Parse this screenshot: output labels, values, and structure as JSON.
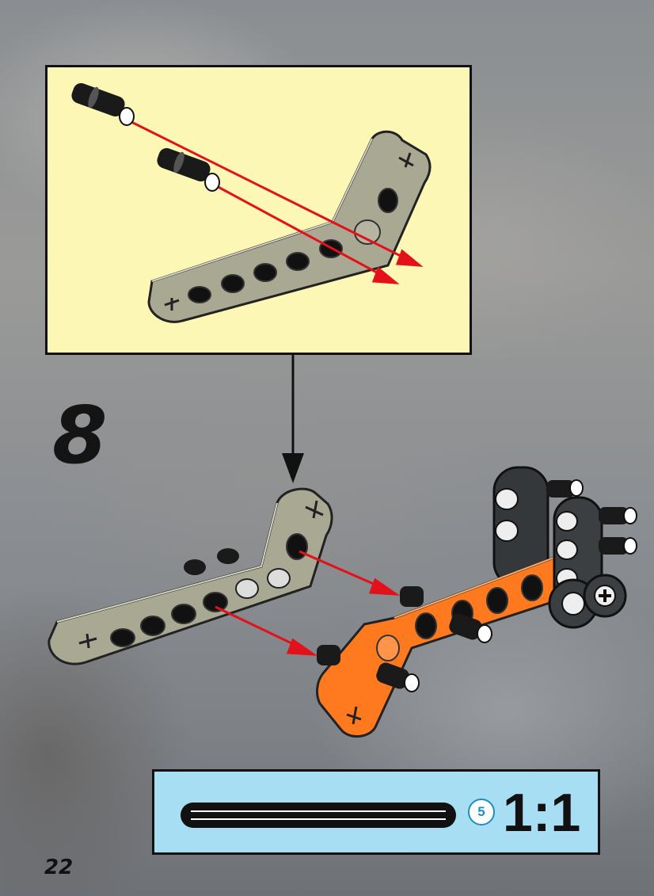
{
  "step": {
    "number": "8"
  },
  "parts_list": {
    "quantity": "5",
    "scale": "1:1"
  },
  "page": {
    "number": "22"
  },
  "colors": {
    "callout_background": "#fdf7b5",
    "parts_box_background": "#a7def4",
    "beam_gray": "#a9a893",
    "beam_orange": "#ff7a1f",
    "connector_black": "#1a1a1a",
    "arrow_red": "#e3121a",
    "badge_blue": "#1f8fbf"
  },
  "icons": [
    "friction-pin-icon",
    "bent-liftarm-icon",
    "assembly-arrow-icon",
    "axle-icon"
  ]
}
